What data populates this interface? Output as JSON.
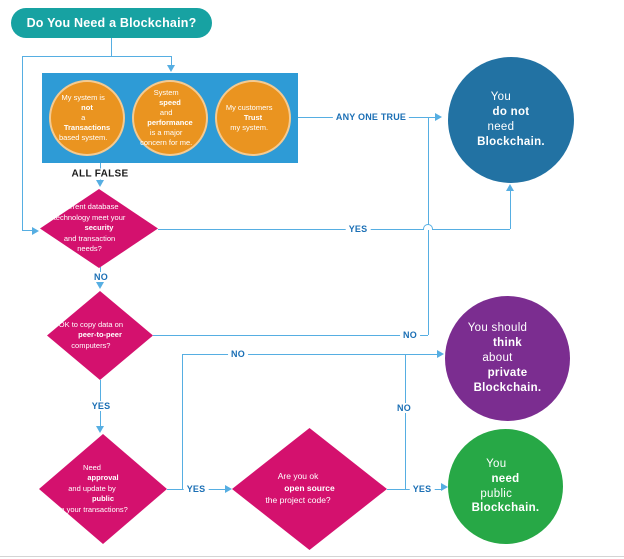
{
  "title": "Do You Need a Blockchain?",
  "colors": {
    "teal_header": "#17a2a2",
    "conditions_panel": "#2e9bd6",
    "condition_bubble": "#ea9420",
    "decision_diamond": "#d4116e",
    "no_blockchain_circle": "#2272a3",
    "private_blockchain_circle": "#7b2d90",
    "public_blockchain_circle": "#27a846",
    "connector": "#56aee2",
    "edge_label_text": "#1b6fb5"
  },
  "conditions": [
    {
      "segments": [
        {
          "t": "My system is "
        },
        {
          "t": "not",
          "b": true
        },
        {
          "t": " a "
        },
        {
          "t": "Transactions",
          "b": true
        },
        {
          "t": " based system."
        }
      ]
    },
    {
      "segments": [
        {
          "t": "System "
        },
        {
          "t": "speed",
          "b": true
        },
        {
          "t": " and "
        },
        {
          "t": "performance",
          "b": true
        },
        {
          "t": " is a major concern for me."
        }
      ]
    },
    {
      "segments": [
        {
          "t": "My customers "
        },
        {
          "t": "Trust",
          "b": true
        },
        {
          "t": " my system."
        }
      ]
    }
  ],
  "decisions": [
    {
      "segments": [
        {
          "t": "Current database technology meet your "
        },
        {
          "t": "security",
          "b": true
        },
        {
          "t": " and transaction needs?"
        }
      ]
    },
    {
      "segments": [
        {
          "t": "OK to copy data on "
        },
        {
          "t": "peer-to-peer",
          "b": true
        },
        {
          "t": " computers?"
        }
      ]
    },
    {
      "segments": [
        {
          "t": "Need "
        },
        {
          "t": "approval",
          "b": true
        },
        {
          "t": " and update by "
        },
        {
          "t": "public",
          "b": true
        },
        {
          "t": " on your transactions?"
        }
      ]
    },
    {
      "segments": [
        {
          "t": "Are you ok "
        },
        {
          "t": "open source",
          "b": true
        },
        {
          "t": " the project code?"
        }
      ]
    }
  ],
  "outcomes": [
    {
      "segments": [
        {
          "t": "You "
        },
        {
          "t": "do not",
          "b": true
        },
        {
          "t": " need "
        },
        {
          "t": "Blockchain.",
          "b": true
        }
      ]
    },
    {
      "segments": [
        {
          "t": "You should "
        },
        {
          "t": "think",
          "b": true
        },
        {
          "t": " about "
        },
        {
          "t": "private",
          "b": true
        },
        {
          "t": " "
        },
        {
          "t": "Blockchain.",
          "b": true
        }
      ]
    },
    {
      "segments": [
        {
          "t": "You "
        },
        {
          "t": "need",
          "b": true
        },
        {
          "t": " public "
        },
        {
          "t": "Blockchain.",
          "b": true
        }
      ]
    }
  ],
  "edge_labels": {
    "all_false": "ALL FALSE",
    "any_one_true": "ANY ONE TRUE",
    "d1_yes": "YES",
    "d1_no": "NO",
    "d2_no": "NO",
    "d2_yes": "YES",
    "d3_no": "NO",
    "d3_yes": "YES",
    "d4_no": "NO",
    "d4_yes": "YES"
  }
}
